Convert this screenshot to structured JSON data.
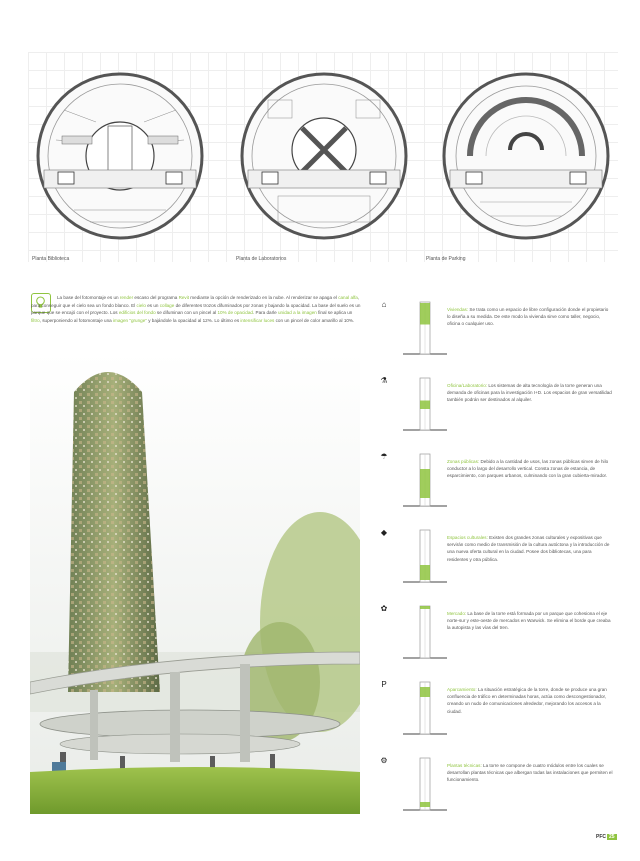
{
  "plans": [
    {
      "label": "Planta Biblioteca"
    },
    {
      "label": "Planta de Laboratorios"
    },
    {
      "label": "Planta de Parking"
    }
  ],
  "intro": {
    "parts": [
      {
        "t": "La base del fotomontaje es un "
      },
      {
        "t": "render",
        "hl": true
      },
      {
        "t": " escaso del programa "
      },
      {
        "t": "Revit",
        "hl": true
      },
      {
        "t": " mediante la opción de renderizado en la nube. Al renderizar se apaga el "
      },
      {
        "t": "canal alfa",
        "hl": true
      },
      {
        "t": ", para conseguir que el cielo sea un fondo blanco. El "
      },
      {
        "t": "cielo",
        "hl": true
      },
      {
        "t": " es un "
      },
      {
        "t": "collage",
        "hl": true
      },
      {
        "t": " de diferentes trozos difuminados por zonas y bajando la opacidad. La base del suelo es un parque que se encajó con el proyecto. Los "
      },
      {
        "t": "edificios del fondo",
        "hl": true
      },
      {
        "t": " se difuminan con un pincel al "
      },
      {
        "t": "10% de opacidad",
        "hl": true
      },
      {
        "t": ". Para darle "
      },
      {
        "t": "unidad a la imagen",
        "hl": true
      },
      {
        "t": " final se aplica un "
      },
      {
        "t": "filtro",
        "hl": true
      },
      {
        "t": ", superponiendo al fotomontaje una "
      },
      {
        "t": "imagen \"grunge\"",
        "hl": true
      },
      {
        "t": " y bajándole la opacidad al 12%. Lo último es "
      },
      {
        "t": "intensificar luces",
        "hl": true
      },
      {
        "t": " con un pincel de color amarillo al 10%."
      }
    ]
  },
  "program": [
    {
      "icon": "house-icon",
      "glyph": "⌂",
      "title": "Viviendas:",
      "text": " Se trata como un espacio de libre configuración donde el propietario lo diseña a su medida. De este modo la vivienda sirve como taller, negocio, oficina o cualquier uso."
    },
    {
      "icon": "lab-icon",
      "glyph": "⚗",
      "title": "Oficina/Laboratorio:",
      "text": " Los sistemas de alta tecnología de la torre generan una demanda de oficinas para la investigación I+D. Los espacios de gran versatilidad también podrán ser destinados al alquiler."
    },
    {
      "icon": "public-icon",
      "glyph": "☂",
      "title": "Zonas públicas:",
      "text": " Debido a la cantidad de usos, las zonas públicas sirven de hilo conductor a lo largo del desarrollo vertical. Consta zonas de estancia, de esparcimiento, con parques urbanos, culminando con la gran cubierta-mirador."
    },
    {
      "icon": "culture-icon",
      "glyph": "◆",
      "title": "Espacios culturales:",
      "text": " Existen dos grandes zonas culturales y expositivas que servirán como medio de transmisión de la cultura autóctona y la introducción de una nueva oferta cultural en la ciudad. Posee dos bibliotecas, una para residentes y otra pública."
    },
    {
      "icon": "market-icon",
      "glyph": "✿",
      "title": "Mercado:",
      "text": " La base de la torre está formada por un parque que cohesiona el eje norte-sur y este-oeste de mercados en Warwick. Se elimina el borde que creaba la autopista y las vías del tren."
    },
    {
      "icon": "parking-icon",
      "glyph": "P",
      "title": "Aparcamiento:",
      "text": " La situación estratégica de la torre, donde se produce una gran confluencia de tráfico en determinadas horas, actúa como descongestionador, creando un nudo de comunicaciones alrededor, mejorando los accesos a la ciudad."
    },
    {
      "icon": "tools-icon",
      "glyph": "⚙",
      "title": "Plantas técnicas:",
      "text": " La torre se compone de cuatro módulos entre los cuales se desarrollan plantas técnicas que albergan todas las instalaciones que permiten el funcionamiento."
    }
  ],
  "footer": {
    "brand": "PFC",
    "page": "25"
  },
  "colors": {
    "accent": "#8fc43f"
  }
}
